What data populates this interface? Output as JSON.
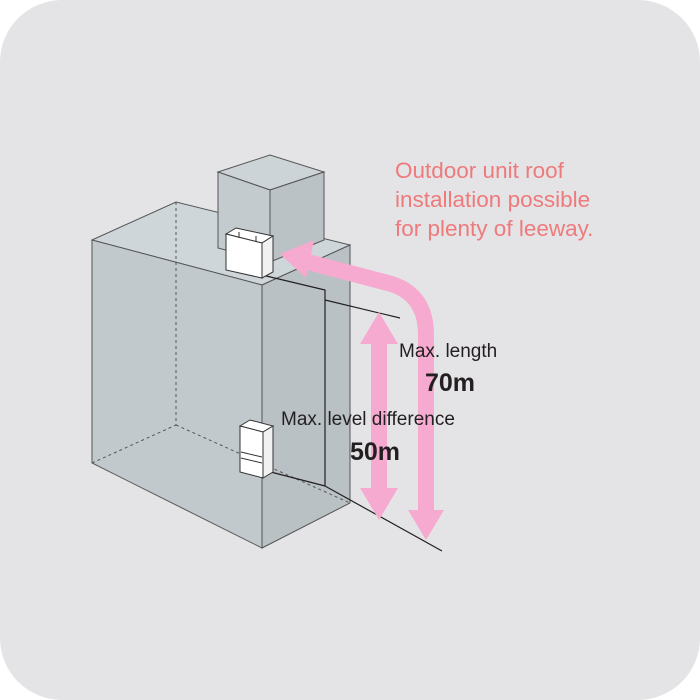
{
  "headline": {
    "lines": [
      "Outdoor unit roof",
      "installation possible",
      "for plenty of leeway."
    ]
  },
  "max_length": {
    "label": "Max. length",
    "value": "70m"
  },
  "max_level_difference": {
    "label": "Max. level difference",
    "value": "50m"
  },
  "colors": {
    "background": "#e4e4e6",
    "building_fill": "#c6cdd1",
    "arrow": "#f6aacf",
    "headline_text": "#ee7a7c",
    "line": "#231f20"
  }
}
